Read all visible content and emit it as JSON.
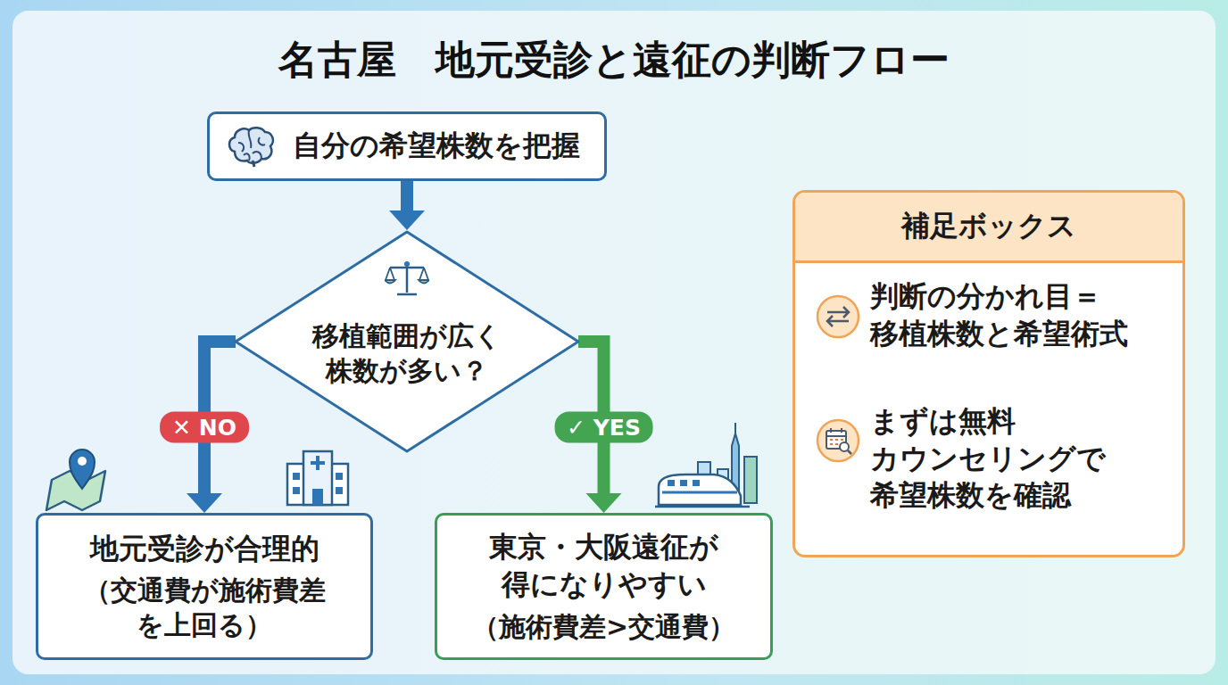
{
  "diagram": {
    "title": "名古屋　地元受診と遠征の判断フロー",
    "nodes": [
      {
        "text": [
          "自分の希望株数を把握"
        ]
      },
      {
        "text": [
          "移植範囲が広く 株数が多い？"
        ]
      },
      {
        "text": [
          "地元受診が合理的",
          "（交通費が施術費差 を上回る）"
        ]
      },
      {
        "text": [
          "東京・大阪遠征が 得になりやすい",
          "（施術費差>交通費）"
        ]
      },
      {
        "text": [
          "補足ボックス",
          "判断の分かれ目＝ 移植株数と希望術式",
          "まずは無料 カウンセリングで 希望株数を確認"
        ]
      }
    ],
    "edges": [
      {
        "from": 0,
        "to": 1,
        "arrow": "to"
      },
      {
        "from": 1,
        "to": 2,
        "arrow": "to",
        "label": "✕ NO"
      },
      {
        "from": 1,
        "to": 3,
        "arrow": "to",
        "label": "✓ YES"
      }
    ]
  }
}
